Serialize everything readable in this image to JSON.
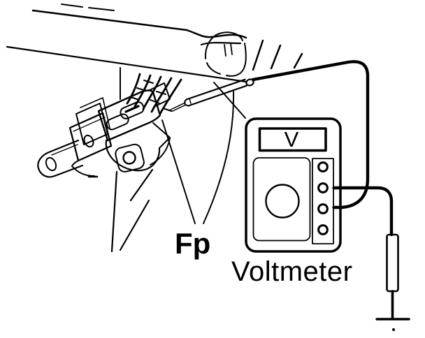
{
  "palette": {
    "ink": "#000000",
    "paper": "#ffffff"
  },
  "labels": {
    "fp": "Fp",
    "voltmeter": "Voltmeter"
  },
  "voltmeter": {
    "display_label": "V",
    "terminal_count": 4
  }
}
